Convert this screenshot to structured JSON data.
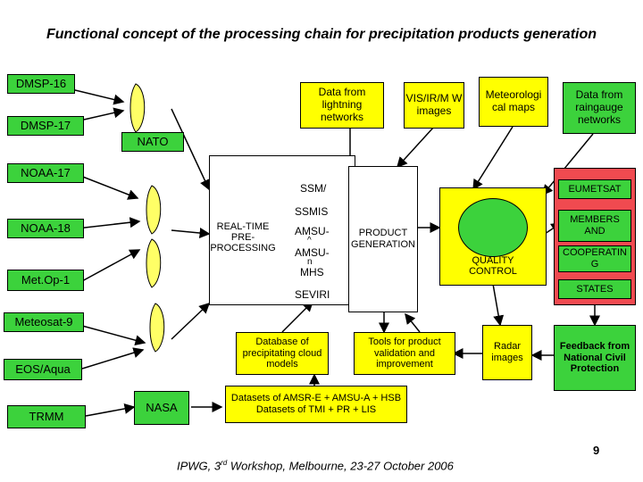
{
  "title": "Functional concept of the processing chain for precipitation products generation",
  "satellites": {
    "dmsp16": "DMSP-16",
    "dmsp17": "DMSP-17",
    "noaa17": "NOAA-17",
    "noaa18": "NOAA-18",
    "metop1": "Met.Op-1",
    "meteosat9": "Meteosat-9",
    "eos_aqua": "EOS/Aqua",
    "trmm": "TRMM"
  },
  "agencies": {
    "nato": "NATO",
    "nasa": "NASA"
  },
  "inputs": {
    "lightning": "Data from lightning networks",
    "visirmw": "VIS/IR/M W images",
    "meteo_maps": "Meteorologi cal maps",
    "raingauge": "Data from raingauge networks"
  },
  "instruments": [
    "SSM/",
    "SSMIS",
    "AMSU-",
    "AMSU-",
    "MHS",
    "SEVIRI"
  ],
  "instrument_marks": [
    "^",
    "n"
  ],
  "preprocessing": [
    "REAL-TIME",
    "PRE-",
    "PROCESSING"
  ],
  "product_generation": [
    "PRODUCT",
    "GENERATION"
  ],
  "quality_control": [
    "QUALITY",
    "CONTROL"
  ],
  "eumetsat": "EUMETSAT",
  "members": [
    "MEMBERS",
    "AND"
  ],
  "cooperating": [
    "COOPERATIN",
    "G"
  ],
  "states": "STATES",
  "database": "Database of precipitating cloud models",
  "tools": "Tools for product validation and improvement",
  "radar": "Radar images",
  "feedback": "Feedback from National Civil Protection",
  "datasets": [
    "Datasets of AMSR-E + AMSU-A + HSB",
    "Datasets of TMI + PR + LIS"
  ],
  "footer_pre": "IPWG, 3",
  "footer_sup": "rd",
  "footer_post": " Workshop, Melbourne, 23-27 October 2006",
  "page_number": "9",
  "colors": {
    "green": "#3cd23c",
    "yellow": "#ffff00",
    "red": "#f04a50",
    "white": "#ffffff"
  }
}
